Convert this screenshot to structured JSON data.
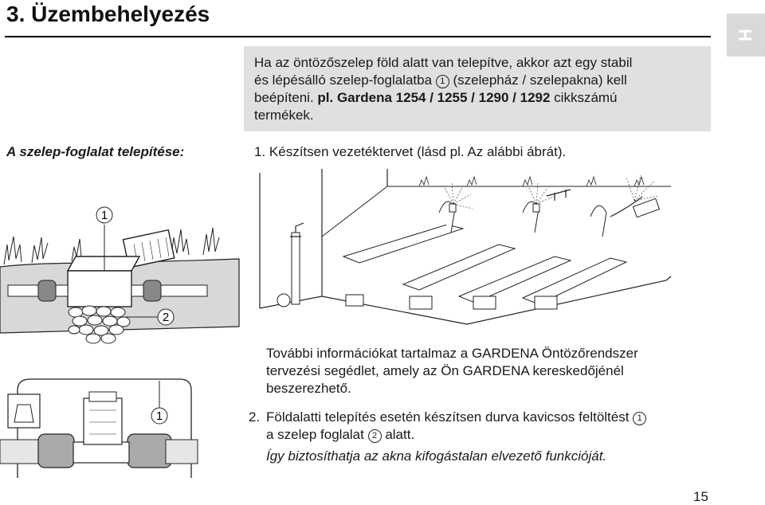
{
  "header": {
    "title": "3. Üzembehelyezés",
    "lang_tab": "H"
  },
  "note": {
    "line1": "Ha az öntözőszelep föld alatt van telepítve, akkor azt egy stabil",
    "line2_pre": "és lépésálló szelep-foglalatba ",
    "line2_ref": "1",
    "line2_post": " (szelepház / szelepakna) kell",
    "line3_pre": "beépíteni. ",
    "line3_bold": "pl. Gardena 1254 / 1255 / 1290 / 1292",
    "line3_post": " cikkszámú",
    "line4": "termékek."
  },
  "section": {
    "label": "A szelep-foglalat telepítése:"
  },
  "steps": {
    "step1": "1. Készítsen vezetéktervet (lásd pl. Az alábbi ábrát).",
    "step2_num": "2.",
    "step2_pre": "Földalatti telepítés esetén készítsen durva kavicsos feltöltést ",
    "step2_ref1": "1",
    "step2_mid": "a szelep foglalat ",
    "step2_ref2": "2",
    "step2_post": " alatt."
  },
  "info": {
    "line1": "További információkat tartalmaz a GARDENA Öntözőrendszer",
    "line2": "tervezési segédlet, amely az Ön GARDENA kereskedőjénél",
    "line3": "beszerezhető."
  },
  "closing": "Így biztosíthatja az akna kifogástalan elvezető funkcióját.",
  "figures": {
    "fig1_callout_a": "1",
    "fig1_callout_b": "2",
    "fig3_callout": "1"
  },
  "footer": {
    "page_number": "15"
  }
}
